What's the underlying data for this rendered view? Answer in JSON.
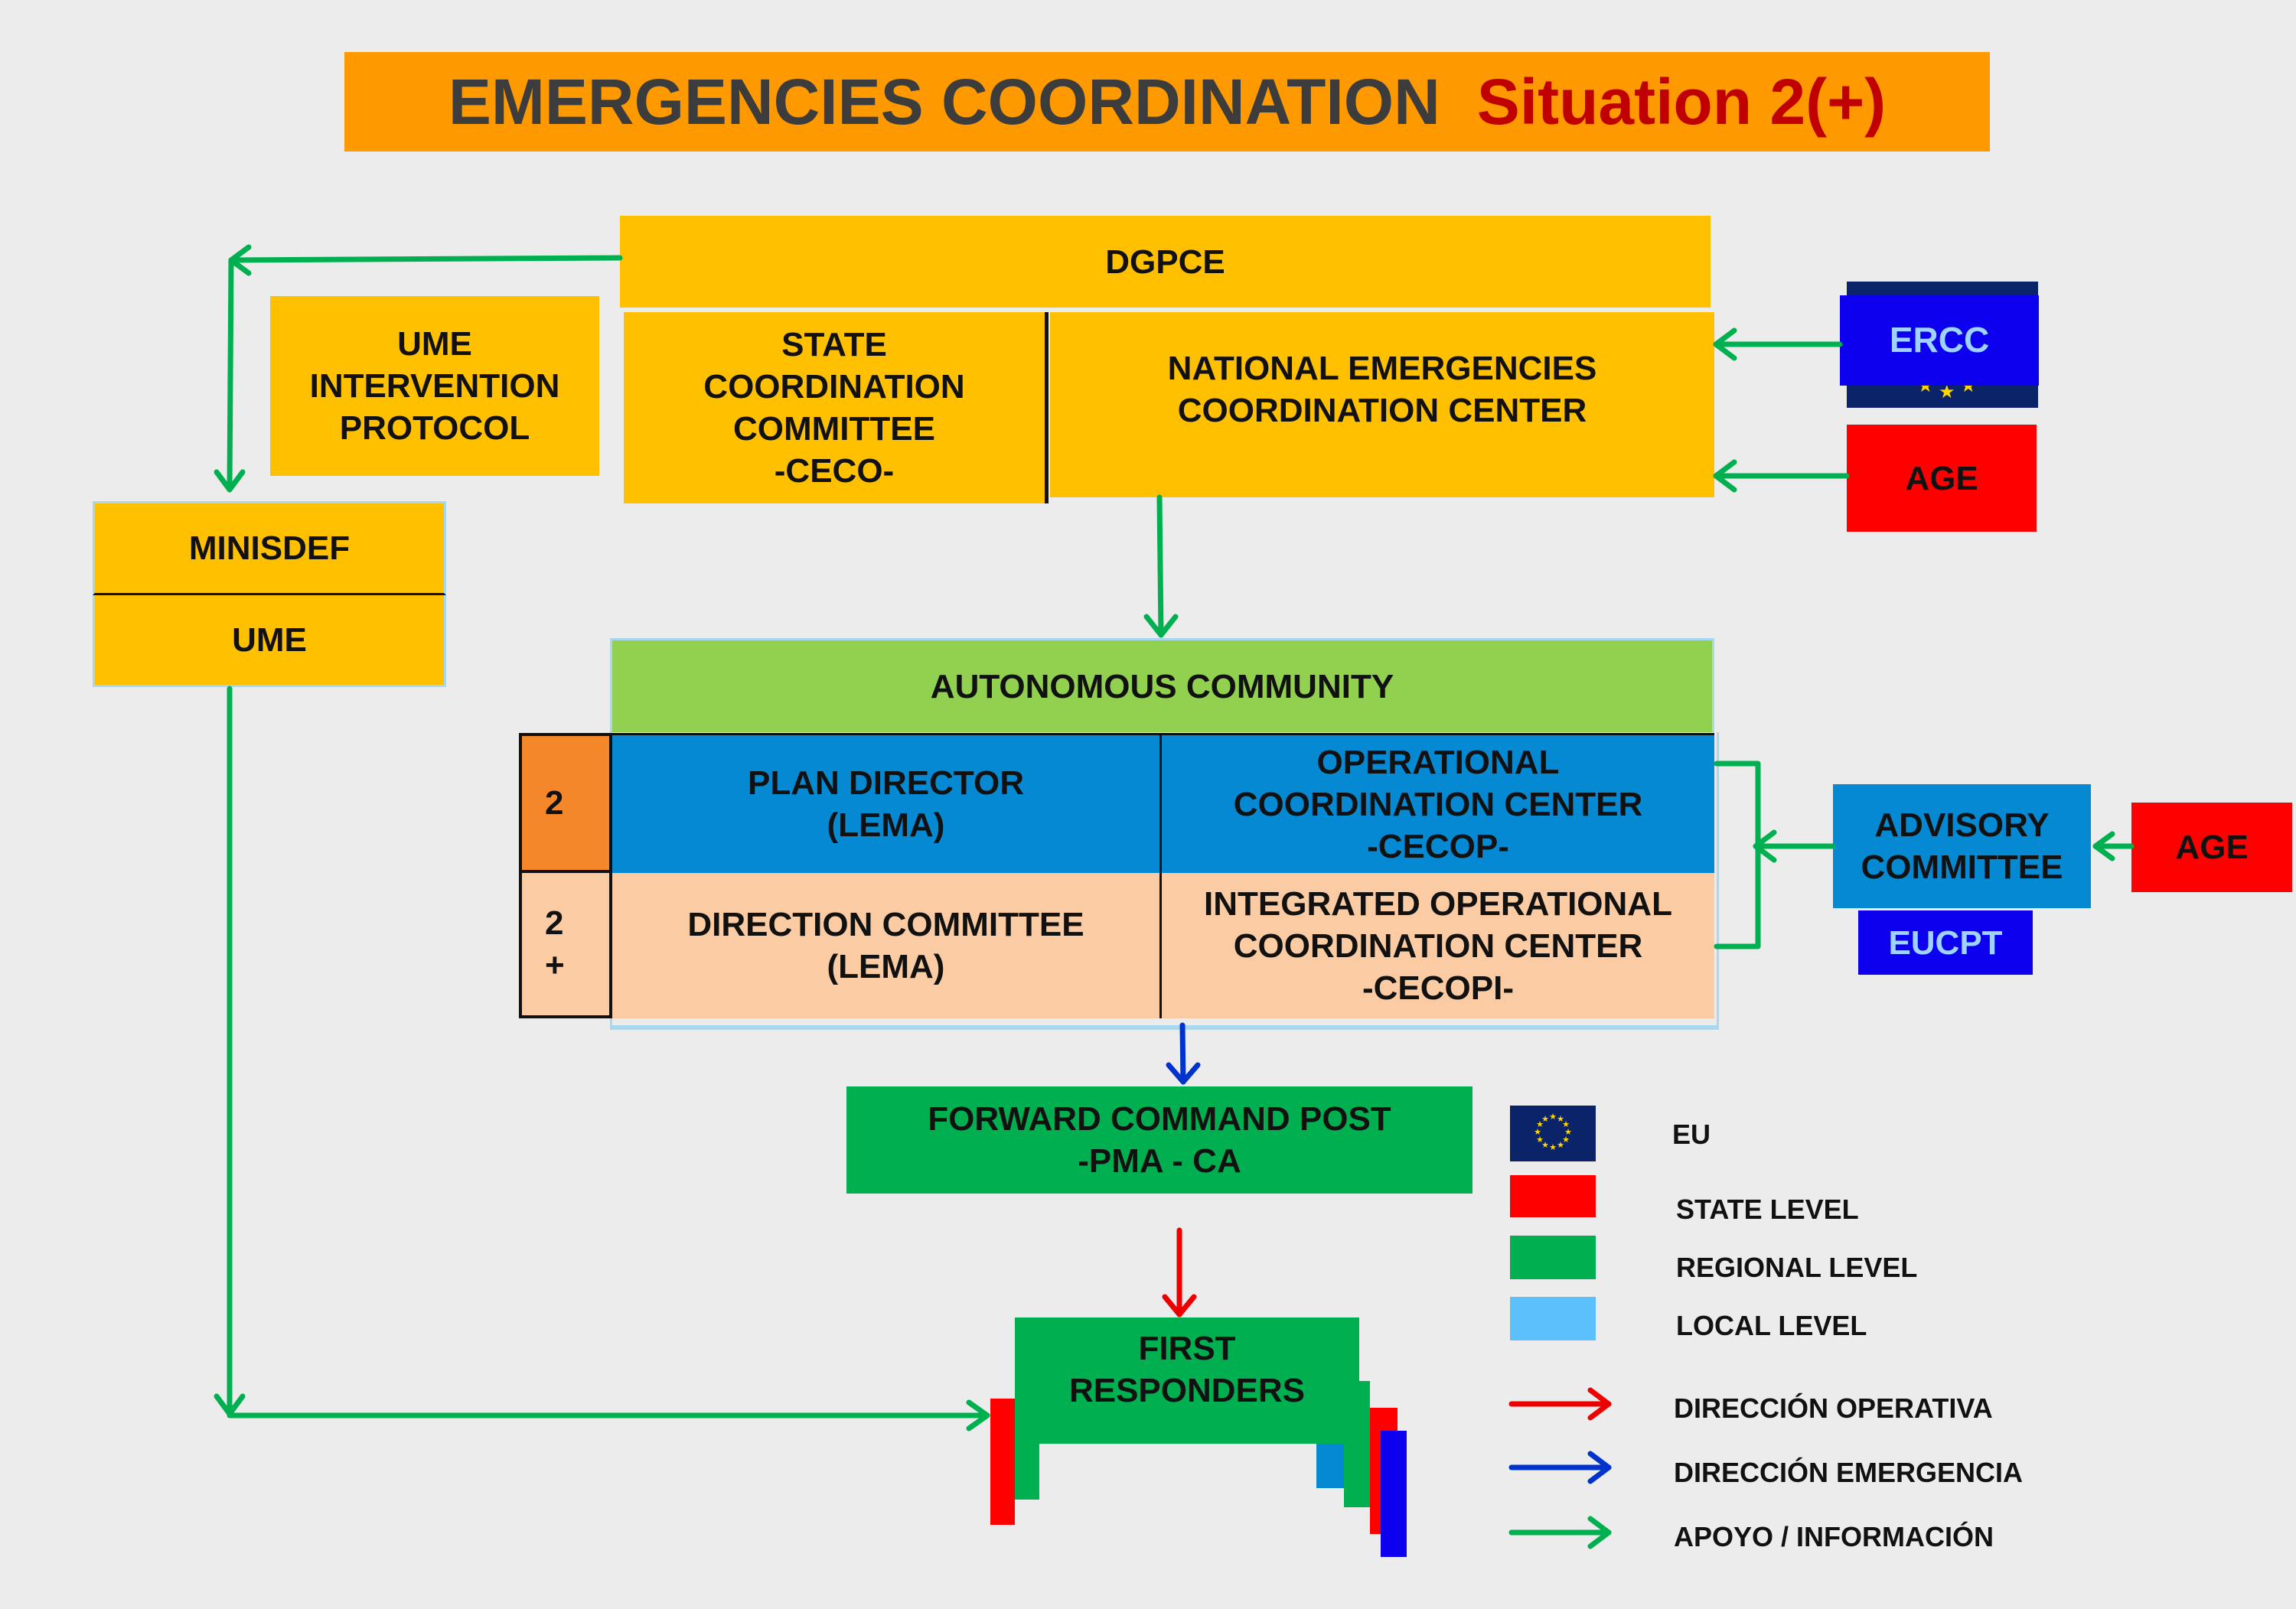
{
  "title": {
    "main": "EMERGENCIES COORDINATION",
    "situation": "Situation 2(+)"
  },
  "dgpce": "DGPCE",
  "ceco": "STATE\nCOORDINATION\nCOMMITTEE\n-CECO-",
  "national_center": "NATIONAL EMERGENCIES\nCOORDINATION CENTER",
  "ercc": "ERCC",
  "age_top": "AGE",
  "ume_protocol": "UME\nINTERVENTION\nPROTOCOL",
  "minisdef": "MINISDEF",
  "ume": "UME",
  "autonomous_community": "AUTONOMOUS COMMUNITY",
  "levels": {
    "level_2": "2",
    "level_2_plus": "2\n+"
  },
  "plan_director": "PLAN DIRECTOR\n(LEMA)",
  "cecop": "OPERATIONAL\nCOORDINATION CENTER\n-CECOP-",
  "direction_committee": "DIRECTION COMMITTEE\n(LEMA)",
  "cecopi": "INTEGRATED OPERATIONAL\nCOORDINATION CENTER\n-CECOPI-",
  "advisory_committee": "ADVISORY\nCOMMITTEE",
  "age_right": "AGE",
  "eucpt": "EUCPT",
  "forward_command_post": "FORWARD COMMAND POST\n-PMA - CA",
  "first_responders": "FIRST\nRESPONDERS",
  "legend": {
    "eu": "EU",
    "state": "STATE LEVEL",
    "regional": "REGIONAL LEVEL",
    "local": "LOCAL LEVEL",
    "op": "DIRECCIÓN OPERATIVA",
    "emerg": "DIRECCIÓN EMERGENCIA",
    "apoyo": "APOYO / INFORMACIÓN"
  },
  "colors": {
    "yellow": "#ffc000",
    "orange": "#ff9900",
    "green": "#00b050",
    "lime": "#92d050",
    "blue": "#0589d3",
    "peach": "#fbcba3",
    "red": "#ff0000",
    "royal": "#0c00ee",
    "eu_navy": "#0b2469",
    "local": "#5bc0fb"
  },
  "icons": [
    "eu-flag-icon",
    "green-arrow-icon",
    "blue-arrow-icon",
    "red-arrow-icon"
  ]
}
